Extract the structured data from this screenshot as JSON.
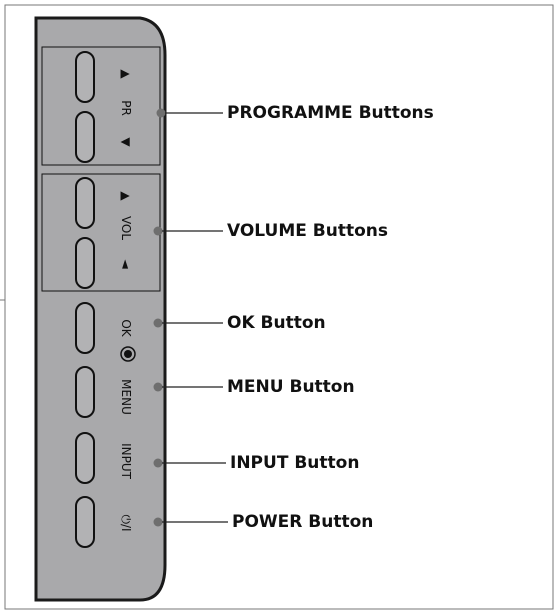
{
  "panel": {
    "groups": {
      "programme": {
        "up_arrow": "▲",
        "label": "PR",
        "down_arrow": "▼"
      },
      "volume": {
        "up_arrow": "▲",
        "label": "VOL",
        "down_arrow": "◄"
      }
    },
    "ok_label": "OK",
    "menu_label": "MENU",
    "input_label": "INPUT",
    "power_label": "⏻/I"
  },
  "callouts": [
    {
      "id": "programme",
      "label": "PROGRAMME Buttons"
    },
    {
      "id": "volume",
      "label": "VOLUME Buttons"
    },
    {
      "id": "ok",
      "label": "OK Button"
    },
    {
      "id": "menu",
      "label": "MENU Button"
    },
    {
      "id": "input",
      "label": "INPUT Button"
    },
    {
      "id": "power",
      "label": "POWER Button"
    }
  ],
  "colors": {
    "panel_fill": "#a9a9ab",
    "panel_stroke": "#1a1a1a",
    "button_stroke": "#111111",
    "callout_dot": "#6e6e6e",
    "leader_line": "#222222"
  }
}
